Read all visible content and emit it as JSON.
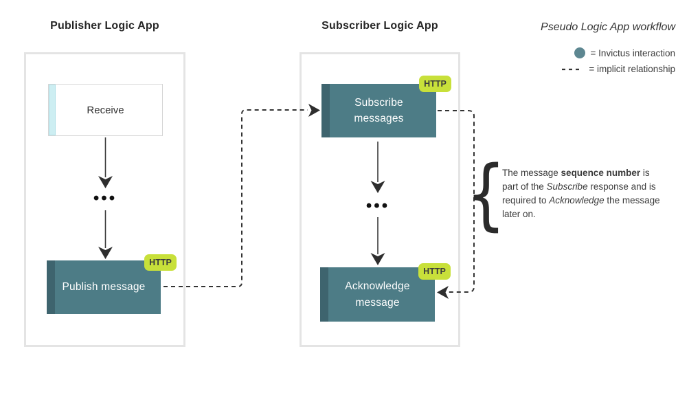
{
  "colors": {
    "teal": "#4d7c86",
    "teal-dark": "#3e646e",
    "badge-green": "#c8e03a",
    "badge-text": "#3c3c3c",
    "cyan-strip": "#cdeef2",
    "cyan-strip-border": "#b2e1e8",
    "panel-border": "#e4e4e4",
    "legend-circle": "#5d8791",
    "text-dark": "#262626",
    "connector-line": "#333333"
  },
  "publisher": {
    "title": "Publisher Logic App",
    "receive_label": "Receive",
    "publish_label": "Publish message",
    "publish_badge": "HTTP",
    "ellipsis": "•••"
  },
  "subscriber": {
    "title": "Subscriber Logic App",
    "subscribe_label": "Subscribe messages",
    "subscribe_badge": "HTTP",
    "acknowledge_label": "Acknowledge message",
    "acknowledge_badge": "HTTP",
    "ellipsis": "•••"
  },
  "legend": {
    "title": "Pseudo Logic App workflow",
    "items": [
      {
        "icon": "teal-circle",
        "label": "= Invictus interaction"
      },
      {
        "icon": "dashed-line",
        "label": "= implicit relationship"
      }
    ]
  },
  "annotation": {
    "brace": "{",
    "lines": [
      {
        "pre": "The message ",
        "bold": "sequence number",
        "post": " is"
      },
      {
        "pre": "part of the ",
        "italic": "Subscribe",
        "post": " response and is"
      },
      {
        "pre": "required to ",
        "italic": "Acknowledge",
        "post": " the message"
      },
      {
        "pre": "later on."
      }
    ]
  }
}
